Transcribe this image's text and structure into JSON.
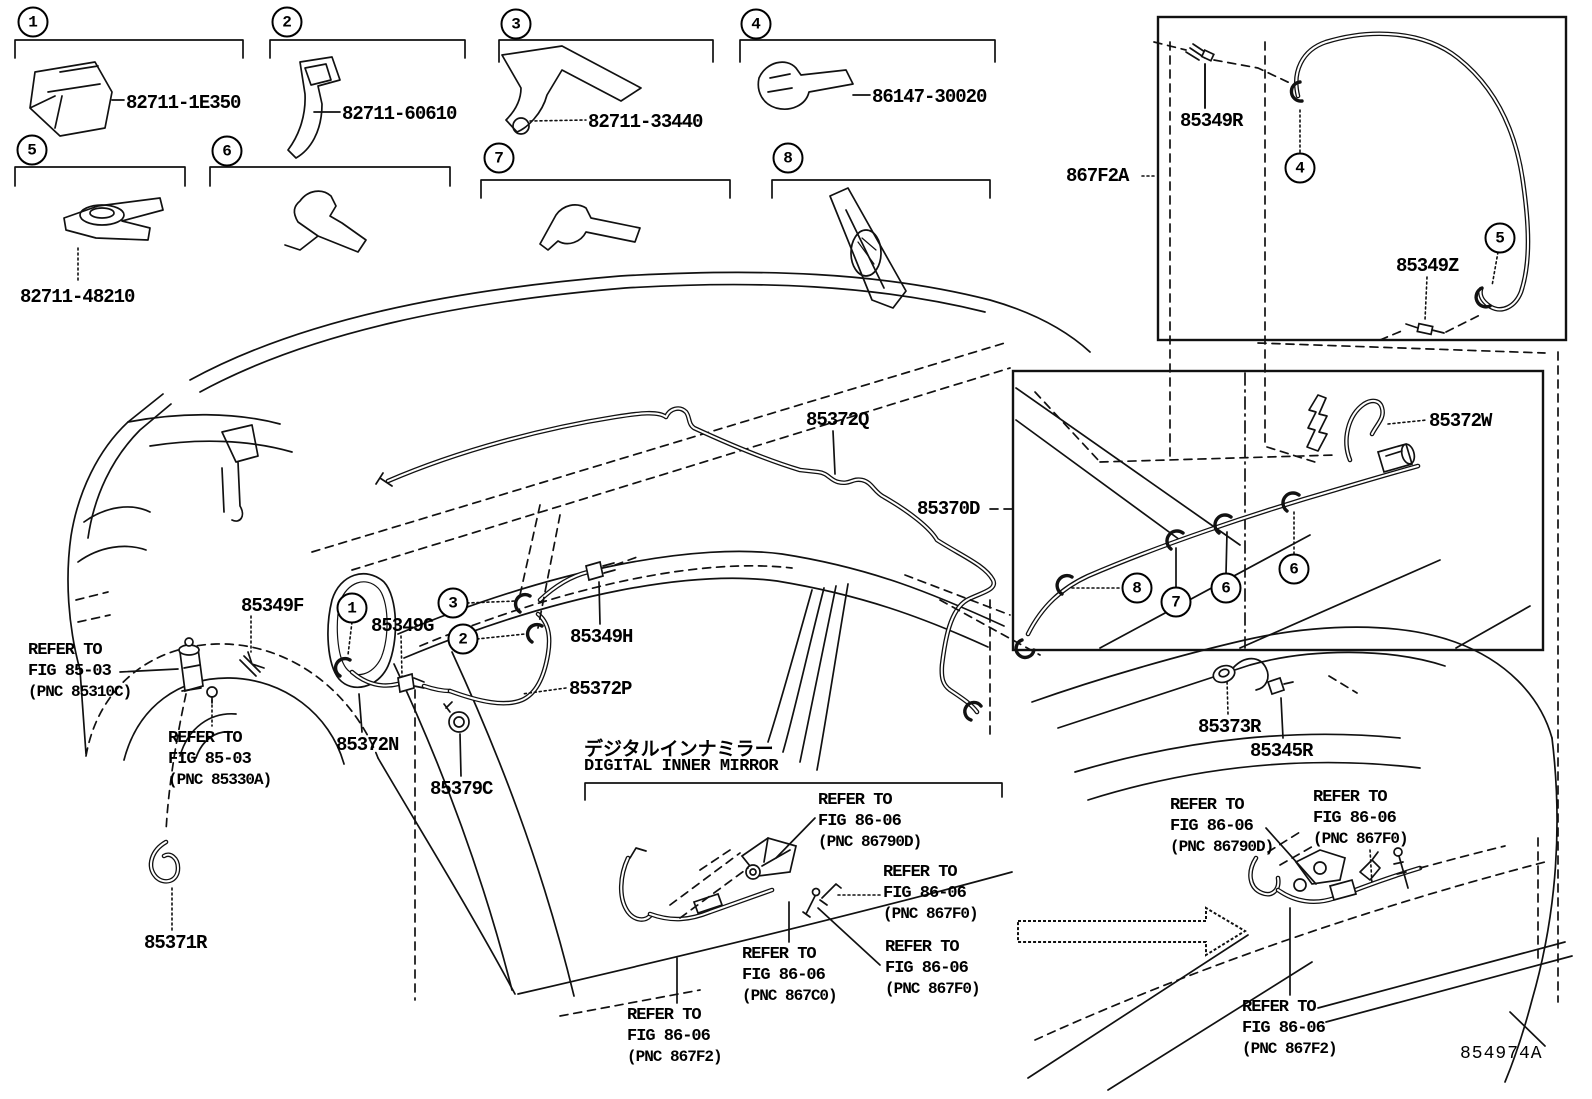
{
  "colors": {
    "ink": "#000000",
    "paper": "#ffffff"
  },
  "legend": {
    "items": [
      {
        "num": "1",
        "part_number": "82711-1E350"
      },
      {
        "num": "2",
        "part_number": "82711-60610"
      },
      {
        "num": "3",
        "part_number": "82711-33440"
      },
      {
        "num": "4",
        "part_number": "86147-30020"
      },
      {
        "num": "5",
        "part_number": "82711-48210"
      },
      {
        "num": "6",
        "part_number": ""
      },
      {
        "num": "7",
        "part_number": ""
      },
      {
        "num": "8",
        "part_number": ""
      }
    ]
  },
  "callouts": {
    "part_labels": [
      {
        "text": "85349R"
      },
      {
        "text": "867F2A"
      },
      {
        "text": "85349Z"
      },
      {
        "text": "85372W"
      },
      {
        "text": "85372Q"
      },
      {
        "text": "85370D"
      },
      {
        "text": "85349F"
      },
      {
        "text": "85349G"
      },
      {
        "text": "85349H"
      },
      {
        "text": "85372P"
      },
      {
        "text": "85372N"
      },
      {
        "text": "85379C"
      },
      {
        "text": "85371R"
      },
      {
        "text": "85373R"
      },
      {
        "text": "85345R"
      }
    ]
  },
  "refer_notes": [
    {
      "lines": [
        "REFER TO",
        "FIG 85-03",
        "(PNC 85310C)"
      ]
    },
    {
      "lines": [
        "REFER TO",
        "FIG 85-03",
        "(PNC 85330A)"
      ]
    },
    {
      "lines": [
        "REFER TO",
        "FIG 86-06",
        "(PNC 86790D)"
      ]
    },
    {
      "lines": [
        "REFER TO",
        "FIG 86-06",
        "(PNC 867F0)"
      ]
    },
    {
      "lines": [
        "REFER TO",
        "FIG 86-06",
        "(PNC 867F0)"
      ]
    },
    {
      "lines": [
        "REFER TO",
        "FIG 86-06",
        "(PNC 867C0)"
      ]
    },
    {
      "lines": [
        "REFER TO",
        "FIG 86-06",
        "(PNC 867F2)"
      ]
    },
    {
      "lines": [
        "REFER TO",
        "FIG 86-06",
        "(PNC 86790D)"
      ]
    },
    {
      "lines": [
        "REFER TO",
        "FIG 86-06",
        "(PNC 867F0)"
      ]
    },
    {
      "lines": [
        "REFER TO",
        "FIG 86-06",
        "(PNC 867F2)"
      ]
    }
  ],
  "inner_mirror_note": {
    "jp": "デジタルインナミラー",
    "en": "DIGITAL INNER MIRROR"
  },
  "diagram_markers": [
    {
      "num": "1"
    },
    {
      "num": "2"
    },
    {
      "num": "3"
    },
    {
      "num": "4"
    },
    {
      "num": "5"
    },
    {
      "num": "8"
    },
    {
      "num": "7"
    },
    {
      "num": "6"
    },
    {
      "num": "6"
    }
  ],
  "footer": {
    "drawing_code": "854974A"
  }
}
